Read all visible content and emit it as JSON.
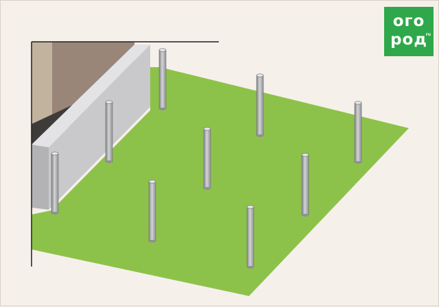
{
  "logo": {
    "line1": "ого",
    "line2": "род",
    "suffix": "ru"
  },
  "colors": {
    "lawn": "#8dc24a",
    "wall_face": "#c9c9cb",
    "wall_top": "#e3e3e5",
    "wall_side": "#b3b3b6",
    "interior": "#9a8679",
    "interior_light": "#c2b39f",
    "floor_dark": "#3e3c3a",
    "pile": "#a7a9ac",
    "pile_highlight": "#d4d5d7",
    "pile_shadow": "#7f8184",
    "outline": "#1e1e1e",
    "logo_bg": "#2ea84a"
  },
  "piles": [
    "pile-1",
    "pile-2",
    "pile-3",
    "pile-4",
    "pile-5",
    "pile-6",
    "pile-7",
    "pile-8",
    "pile-9"
  ]
}
